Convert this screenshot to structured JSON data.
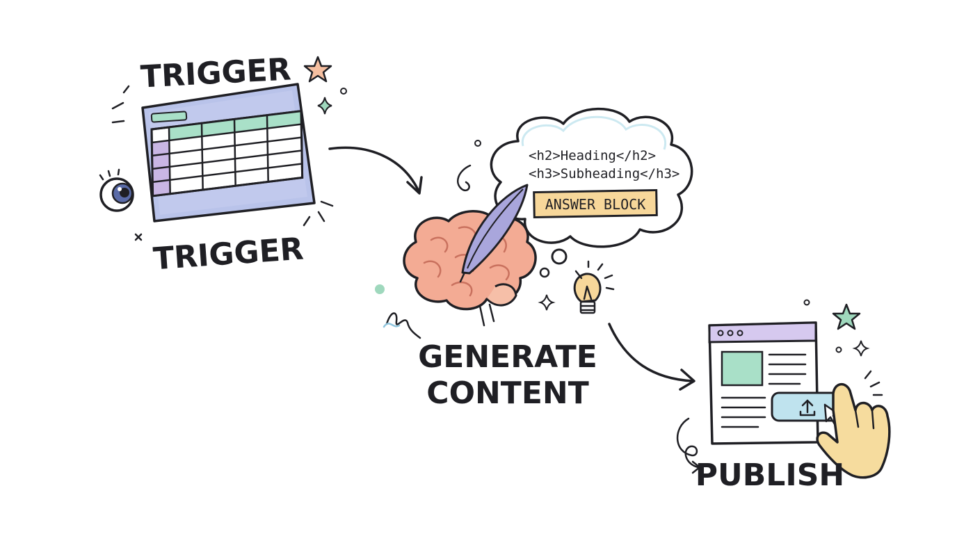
{
  "steps": {
    "trigger_top": "TRIGGER",
    "trigger_bottom": "TRIGGER",
    "generate_line1": "GENERATE",
    "generate_line2": "CONTENT",
    "publish": "PUBLISH"
  },
  "thought": {
    "line1": "<h2>Heading</h2>",
    "line2": "<h3>Subheading</h3>",
    "answer_block": "ANSWER BLOCK"
  },
  "icons": {
    "spreadsheet": "spreadsheet-icon",
    "eye": "eye-icon",
    "brain": "brain-icon",
    "quill": "quill-icon",
    "lightbulb": "lightbulb-icon",
    "browser": "browser-window-icon",
    "upload": "upload-icon",
    "hand": "hand-icon",
    "cursor": "cursor-icon",
    "star": "star-icon",
    "sparkle": "sparkle-icon"
  },
  "colors": {
    "ink": "#1f1f24",
    "sheet_frame": "#b9c3ea",
    "sheet_header": "#a9e0c8",
    "sheet_rowhead": "#c9b6e4",
    "brain": "#f3ab94",
    "quill": "#a9a6dc",
    "answer_block": "#f7d79a",
    "star_peach": "#f6bfa0",
    "star_mint": "#9fd8bd",
    "browser_bar": "#d6c9ef",
    "browser_image": "#a9e0c8",
    "upload_button": "#bfe3ee",
    "hand": "#f6dc9e",
    "bulb": "#f7d79a"
  }
}
